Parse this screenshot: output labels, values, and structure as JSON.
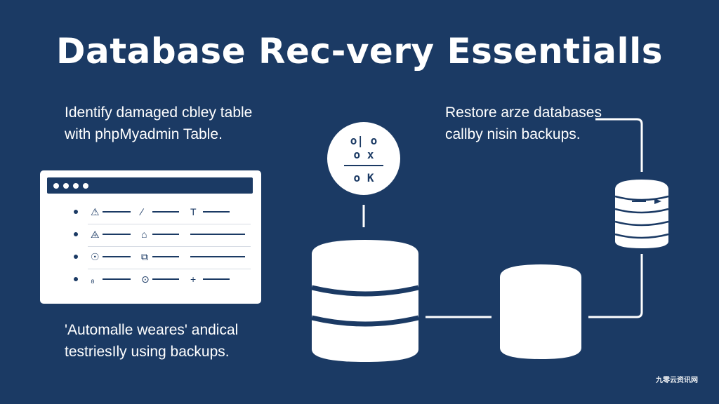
{
  "title": "Database Rec-very Essentialls",
  "captions": {
    "left_line1": "Identify damaged cbley table",
    "left_line2": "with  phpMyadmin Table.",
    "right_line1": "Restore arze databases",
    "right_line2": "callby nisin backups.",
    "bottom_line1": "'Automalle weares' andical",
    "bottom_line2": "testriesIly using backups."
  },
  "circle_node": {
    "line1": "o| o",
    "line2": "o x",
    "line3": "o K"
  },
  "table_window": {
    "rows": [
      {
        "icon1": "⚠",
        "icon2": "∕",
        "icon3": "Τ"
      },
      {
        "icon1": "⨹",
        "icon2": "⌂",
        "icon3": ""
      },
      {
        "icon1": "☉",
        "icon2": "⧉",
        "icon3": ""
      },
      {
        "icon1": "₈",
        "icon2": "⊙",
        "icon3": "+"
      }
    ]
  },
  "watermark": "九零云资讯网",
  "colors": {
    "background": "#1b3a64",
    "foreground": "#ffffff"
  }
}
